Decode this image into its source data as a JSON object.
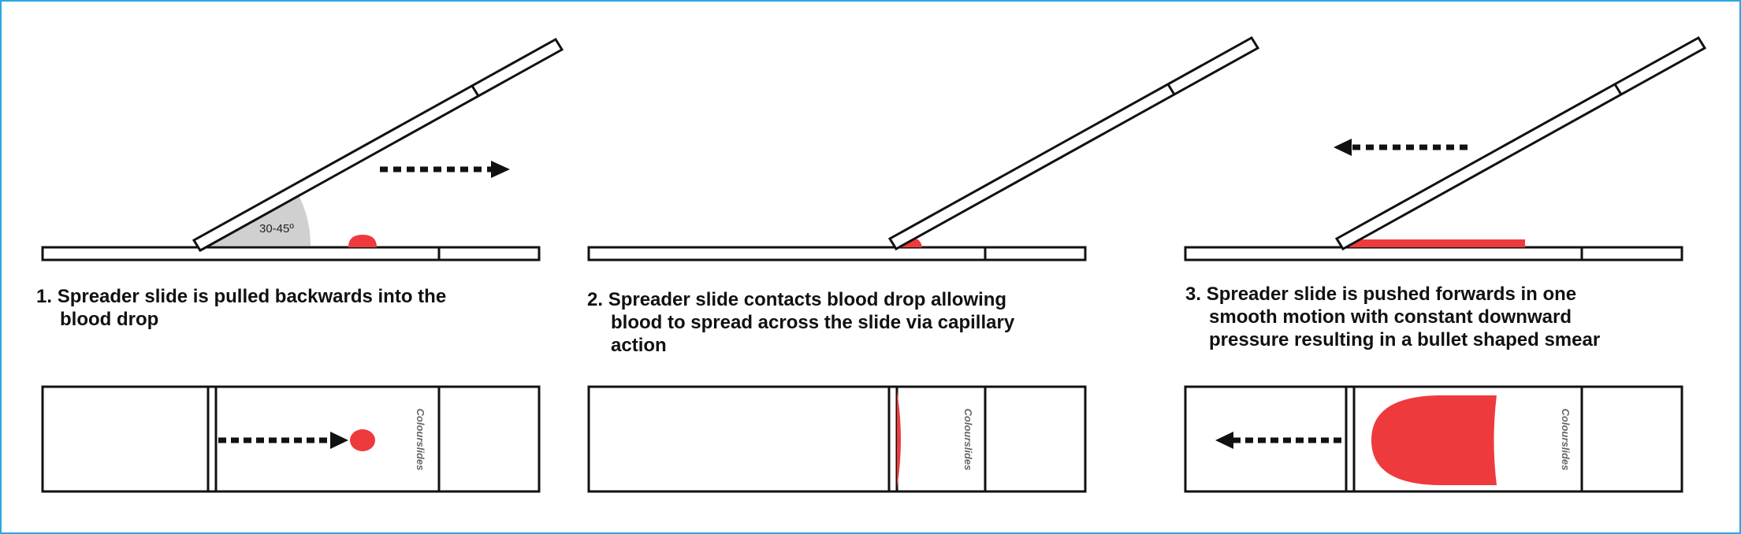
{
  "steps": [
    {
      "number": "1.",
      "caption_lines": [
        "Spreader slide is pulled backwards into the",
        "blood drop"
      ],
      "angle_label": "30-45º",
      "logo": "Colourslides"
    },
    {
      "number": "2.",
      "caption_lines": [
        "Spreader slide contacts blood drop allowing",
        "blood to spread across the slide via capillary",
        "action"
      ],
      "logo": "Colourslides"
    },
    {
      "number": "3.",
      "caption_lines": [
        "Spreader slide is pushed forwards in one",
        "smooth motion with constant downward",
        "pressure resulting in a bullet shaped smear"
      ],
      "logo": "Colourslides"
    }
  ],
  "colors": {
    "blood": "#ef3a3d",
    "border": "#2aa8e0",
    "angle_fill": "#d0d0d0",
    "outline": "#111111"
  }
}
